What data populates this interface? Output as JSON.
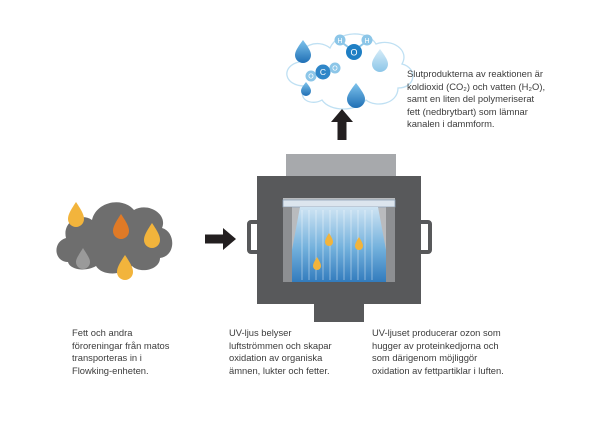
{
  "captions": {
    "products": "Slutprodukterna av reaktionen är\nkoldioxid (CO₂) och vatten (H₂O),\nsamt en liten del polymeriserat\nfett (nedbrytbart) som lämnar\nkanalen i dammform.",
    "pollution": "Fett och andra\nföroreningar från matos\ntransporteras in i\nFlowking-enheten.",
    "uv": "UV-ljus belyser\nluftströmmen och skapar\noxidation av organiska\nämnen, lukter och fetter.",
    "ozone": "UV-ljuset producerar ozon som\nhugger av proteinkedjorna och\nsom därigenom möjliggör\noxidation av fettpartiklar i luften."
  },
  "molecule_labels": {
    "h_left": "H",
    "o_top": "O",
    "h_right": "H",
    "c": "C",
    "o_left": "O",
    "o_right": "O"
  },
  "colors": {
    "cloud_gray": "#6e6e6e",
    "droplet_yellow": "#f2b43c",
    "droplet_orange": "#e07a26",
    "droplet_gray": "#9a9a9a",
    "unit_dark": "#58595b",
    "unit_light": "#a7a9ac",
    "uv_blue": "#2f86c8",
    "water_blue": "#1f7fc4",
    "arrow": "#231f20"
  }
}
